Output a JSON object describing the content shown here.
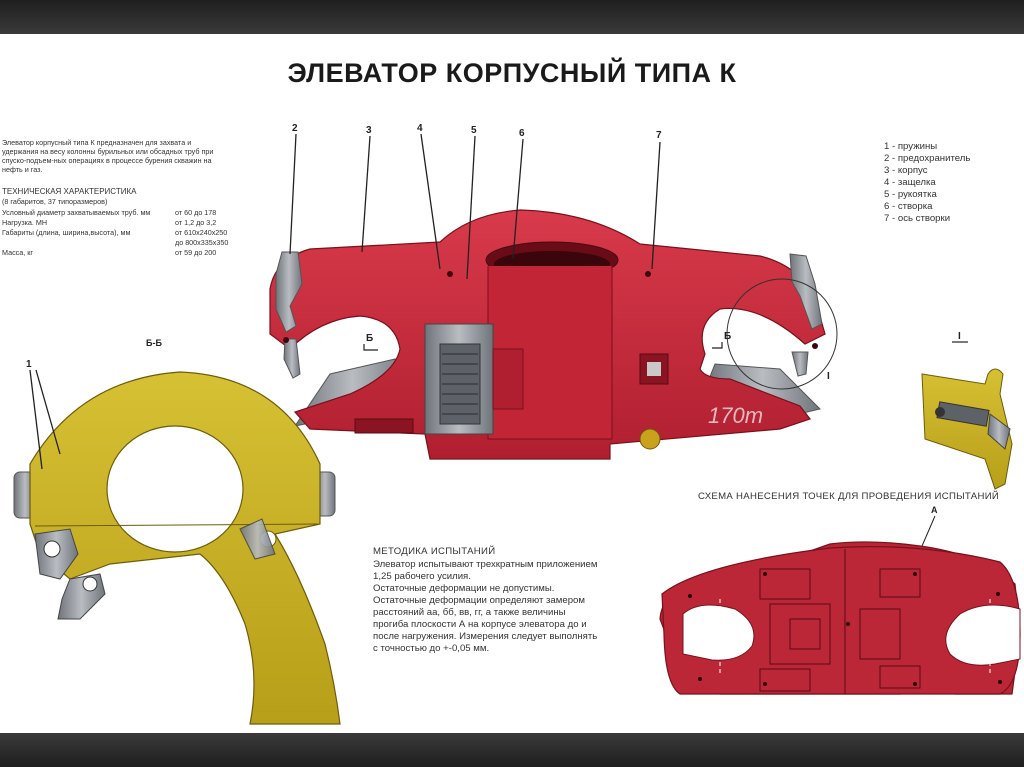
{
  "title": "ЭЛЕВАТОР КОРПУСНЫЙ ТИПА К",
  "description": [
    "Элеватор корпусный типа К предназначен для захвата и",
    "удержания на весу колонны бурильных или обсадных труб при",
    "спуско-подъем-ных операциях в процессе бурения скважин на",
    "нефть и газ."
  ],
  "specs_title": "ТЕХНИЧЕСКАЯ ХАРАКТЕРИСТИКА",
  "specs_subtitle": "(8 габаритов, 37 типоразмеров)",
  "specs": [
    {
      "label": "Условный диаметр захватываемых труб. мм",
      "value": "от 60 до 178"
    },
    {
      "label": "Нагрузка. МН",
      "value": "от 1,2 до 3,2"
    },
    {
      "label": "Габариты (длина, ширина,высота), мм",
      "value": "от 610х240х250"
    },
    {
      "label": "",
      "value": "до 800х335х350"
    },
    {
      "label": "Масса, кг",
      "value": "от 59 до 200"
    }
  ],
  "legend": [
    "1 - пружины",
    "2 - предохранитель",
    "3 - корпус",
    "4 - защелка",
    "5 - рукоятка",
    "6 - створка",
    "7 - ось створки"
  ],
  "callouts": [
    "2",
    "3",
    "4",
    "5",
    "6",
    "7"
  ],
  "marking_170": "170т",
  "section_mark_b": "Б",
  "detail_mark": "I",
  "section_bb": "Б-Б",
  "spring_callout": "1",
  "method_title": "МЕТОДИКА ИСПЫТАНИЙ",
  "method_text": [
    "Элеватор испытывают трехкратным приложением",
    "1,25 рабочего усилия.",
    "Остаточные деформации не допустимы.",
    "Остаточные деформации определяют замером",
    "расстояний аа, бб, вв, гг, а также величины",
    "прогиба плоскости А на корпусе элеватора до и",
    "после нагружения. Измерения следует выполнять",
    "с точностью до +-0,05 мм."
  ],
  "schema_title": "СХЕМА НАНЕСЕНИЯ ТОЧЕК ДЛЯ ПРОВЕДЕНИЯ ИСПЫТАНИЙ",
  "schema_point": "А",
  "colors": {
    "body_red": "#c8283a",
    "body_red_dark": "#8e1522",
    "section_yellow": "#c9b321",
    "steel_gray": "#8a8f96",
    "frame": "#2e2e2e"
  }
}
